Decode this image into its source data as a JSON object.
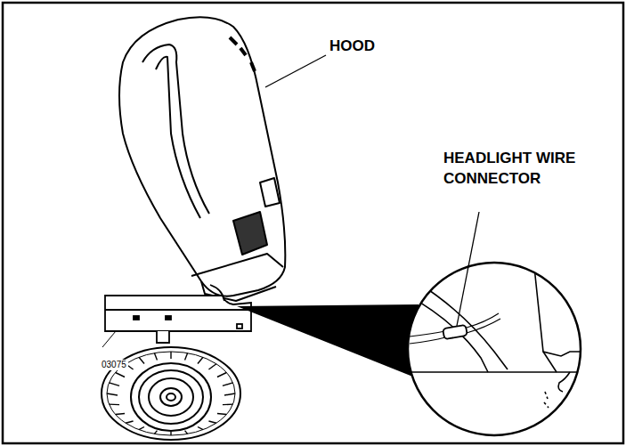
{
  "diagram": {
    "labels": [
      "HOOD",
      "HEADLIGHT WIRE CONNECTOR",
      "03075"
    ]
  }
}
